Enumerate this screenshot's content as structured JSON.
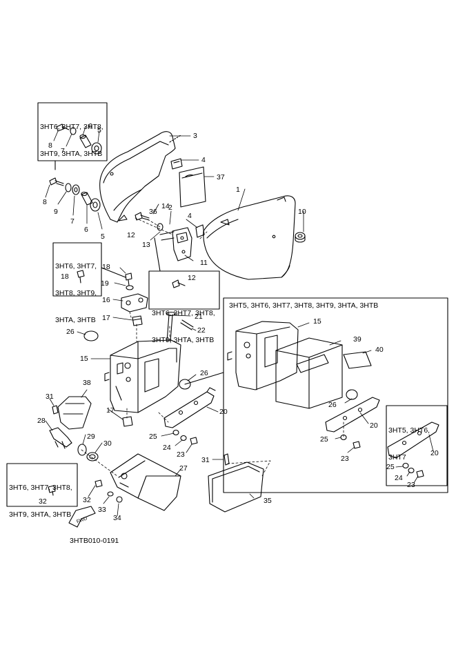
{
  "figure_code": "3HTB010-0191",
  "fwd_label": "FWD",
  "variant_notes": {
    "top_left": [
      "3HT6, 3HT7, 3HT8,",
      "3HT9, 3HTA, 3HTB"
    ],
    "left_mid": [
      "3HT6, 3HT7,",
      "3HT8, 3HT9,",
      "3HTA, 3HTB"
    ],
    "center": [
      "3HT6, 3HT7, 3HT8,",
      "3HT9, 3HTA, 3HTB"
    ],
    "bottom_left": [
      "3HT6, 3HT7, 3HT8,",
      "3HT9, 3HTA, 3HTB"
    ],
    "large_box": "3HT5, 3HT6, 3HT7, 3HT8, 3HT9, 3HTA, 3HTB",
    "inner_box": [
      "3HT5, 3HT6,",
      "3HT7"
    ]
  },
  "callouts": {
    "c1": "1",
    "c2": "2",
    "c3": "3",
    "c4a": "4",
    "c4b": "4",
    "c5a": "5",
    "c5b": "5",
    "c6a": "6",
    "c6b": "6",
    "c7a": "7",
    "c7b": "7",
    "c8a": "8",
    "c8b": "8",
    "c9": "9",
    "c10": "10",
    "c11": "11",
    "c12a": "12",
    "c12b": "12",
    "c13": "13",
    "c14": "14",
    "c15a": "15",
    "c15b": "15",
    "c16": "16",
    "c17a": "17",
    "c17b": "17",
    "c18a": "18",
    "c18b": "18",
    "c19": "19",
    "c20a": "20",
    "c20b": "20",
    "c20c": "20",
    "c21": "21",
    "c22": "22",
    "c23a": "23",
    "c23b": "23",
    "c23c": "23",
    "c24a": "24",
    "c24b": "24",
    "c25a": "25",
    "c25b": "25",
    "c25c": "25",
    "c26a": "26",
    "c26b": "26",
    "c26c": "26",
    "c27": "27",
    "c28": "28",
    "c29": "29",
    "c30": "30",
    "c31a": "31",
    "c31b": "31",
    "c32a": "32",
    "c32b": "32",
    "c33": "33",
    "c34": "34",
    "c35": "35",
    "c36": "36",
    "c37": "37",
    "c38": "38",
    "c39": "39",
    "c40": "40"
  }
}
